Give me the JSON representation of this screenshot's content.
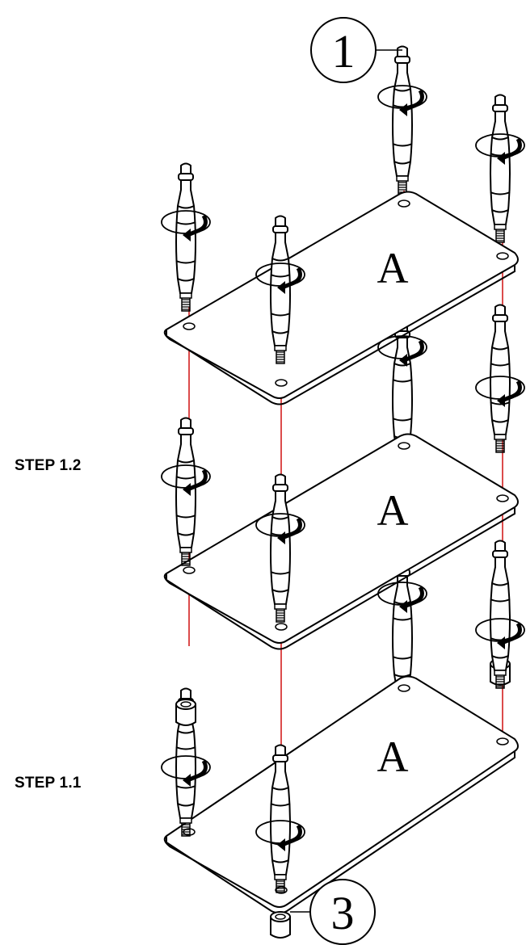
{
  "steps": {
    "upper": "STEP 1.2",
    "lower": "STEP 1.1"
  },
  "panel_label": "A",
  "callouts": {
    "post": "1",
    "foot": "3"
  },
  "colors": {
    "line": "#000000",
    "guide": "#cc0000",
    "fill": "#ffffff"
  },
  "icons": {
    "rotation": "rotate-arrow-icon",
    "post": "threaded-post",
    "foot": "cylinder-foot"
  }
}
